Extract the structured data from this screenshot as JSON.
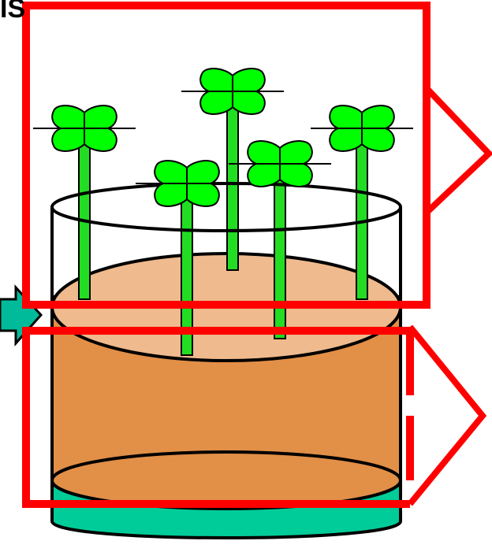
{
  "header_fragment": "IS",
  "colors": {
    "leaf": "#00ff00",
    "stem": "#22dd22",
    "outline": "#000000",
    "soil_top": "#efba8d",
    "soil_body": "#e28f47",
    "base": "#00cc99",
    "highlight": "#ff0000",
    "arrow": "#00bb99",
    "glass": "#ffffff"
  },
  "icons": [
    "clover-leaf",
    "stem",
    "pot",
    "soil",
    "arrow-right",
    "highlight-box"
  ]
}
